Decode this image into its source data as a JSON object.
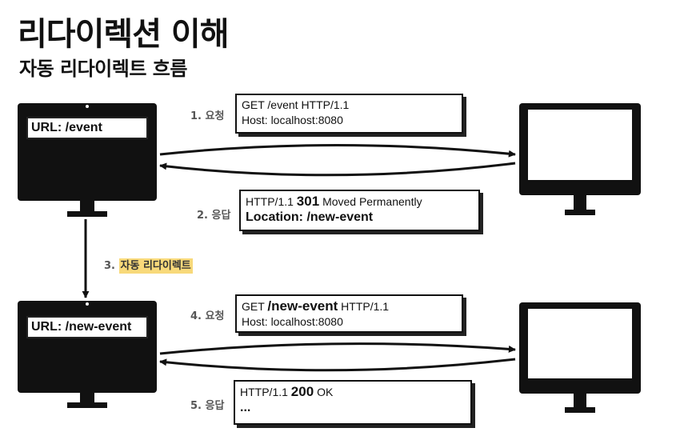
{
  "header": {
    "title": "리다이렉션 이해",
    "subtitle": "자동 리다이렉트 흐름"
  },
  "flow1": {
    "url_bar": "URL: /event",
    "step1_label": "1. 요청",
    "request_line1": "GET /event HTTP/1.1",
    "request_line2": "Host: localhost:8080",
    "step2_label": "2. 응답",
    "response_prefix": "HTTP/1.1",
    "response_code": "301",
    "response_suffix": "Moved Permanently",
    "response_location": "Location: /new-event"
  },
  "step3": {
    "number": "3.",
    "label": "자동 리다이렉트"
  },
  "flow2": {
    "url_bar": "URL: /new-event",
    "step4_label": "4. 요청",
    "request_method": "GET",
    "request_path": "/new-event",
    "request_version": "HTTP/1.1",
    "request_line2": "Host: localhost:8080",
    "step5_label": "5. 응답",
    "response_prefix": "HTTP/1.1",
    "response_code": "200",
    "response_suffix": "OK",
    "response_ellipsis": "..."
  },
  "colors": {
    "highlight": "#f8d97a",
    "monitor": "#111111"
  },
  "icons": [
    "client-monitor-icon",
    "server-monitor-icon",
    "arrow-icon"
  ]
}
